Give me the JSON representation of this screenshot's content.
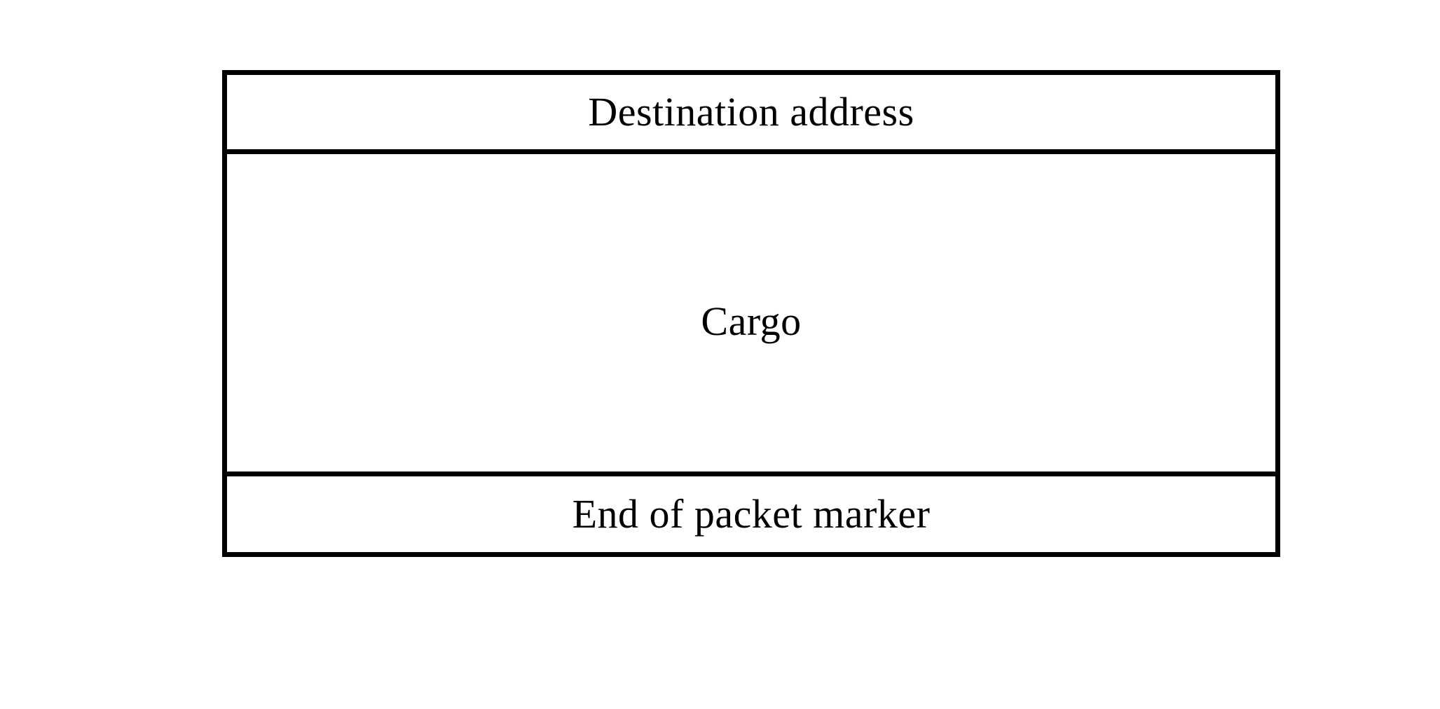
{
  "diagram": {
    "kind": "packet-structure",
    "fields": [
      {
        "label": "Destination address"
      },
      {
        "label": "Cargo"
      },
      {
        "label": "End of packet marker"
      }
    ]
  },
  "colors": {
    "background": "#ffffff",
    "border": "#000000",
    "text": "#000000"
  }
}
